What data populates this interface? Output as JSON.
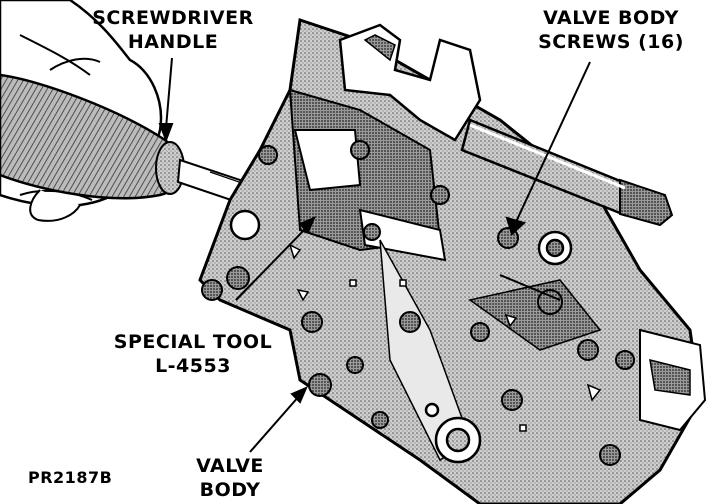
{
  "labels": {
    "screwdriver_line1": "SCREWDRIVER",
    "screwdriver_line2": "HANDLE",
    "screws_line1": "VALVE BODY",
    "screws_line2": "SCREWS (16)",
    "tool_line1": "SPECIAL TOOL",
    "tool_line2": "L-4553",
    "body_line1": "VALVE",
    "body_line2": "BODY",
    "figure_code": "PR2187B"
  },
  "colors": {
    "ink": "#000000",
    "metal_fill": "#b9b9b9",
    "metal_light": "#d6d6d6",
    "background": "#ffffff"
  }
}
